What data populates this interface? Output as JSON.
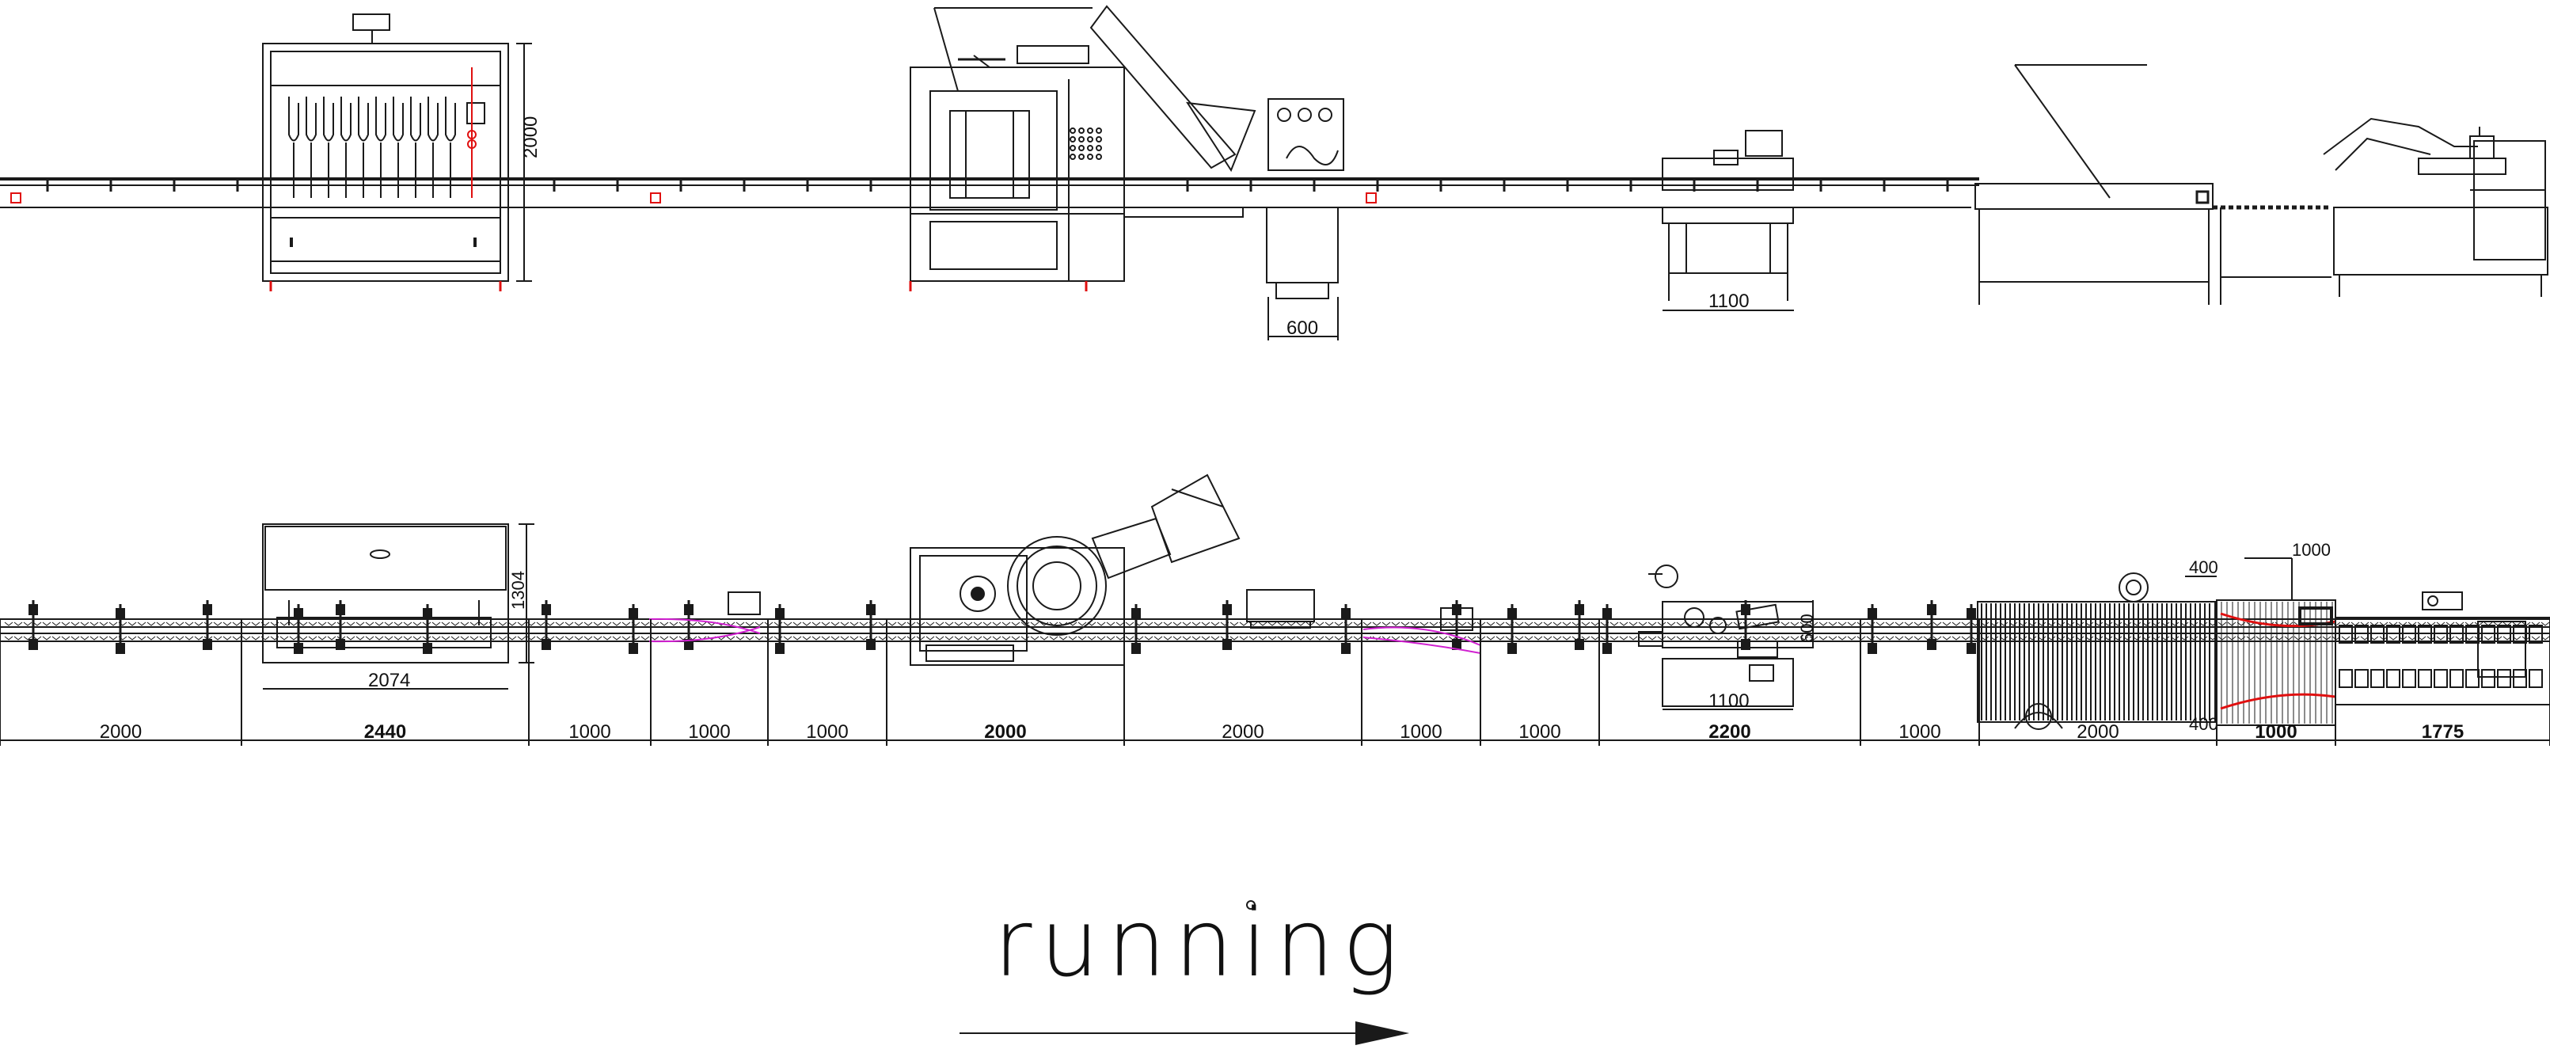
{
  "drawing": {
    "side_view_dims": {
      "filler_height": "2000",
      "capper_base": "600",
      "labeler_width": "1100"
    },
    "top_view_dims": {
      "filler_depth": "1304",
      "filler_length": "2074",
      "labeler_width": "1100",
      "labeler_depth": "600",
      "tunnel_top": "400",
      "tunnel_bottom": "400",
      "packer_top": "1000"
    },
    "segments": [
      {
        "label": "2000",
        "bold": false
      },
      {
        "label": "2440",
        "bold": true
      },
      {
        "label": "1000",
        "bold": false
      },
      {
        "label": "1000",
        "bold": false
      },
      {
        "label": "1000",
        "bold": false
      },
      {
        "label": "2000",
        "bold": true
      },
      {
        "label": "2000",
        "bold": false
      },
      {
        "label": "1000",
        "bold": false
      },
      {
        "label": "1000",
        "bold": false
      },
      {
        "label": "2200",
        "bold": true
      },
      {
        "label": "1000",
        "bold": false
      },
      {
        "label": "2000",
        "bold": false
      },
      {
        "label": "1000",
        "bold": true
      },
      {
        "label": "1775",
        "bold": true
      }
    ],
    "flow_label": "running"
  },
  "colors": {
    "line": "#1a1a1a",
    "dimension_red": "#e01010",
    "guide_magenta": "#d020d0",
    "bg": "#ffffff"
  }
}
